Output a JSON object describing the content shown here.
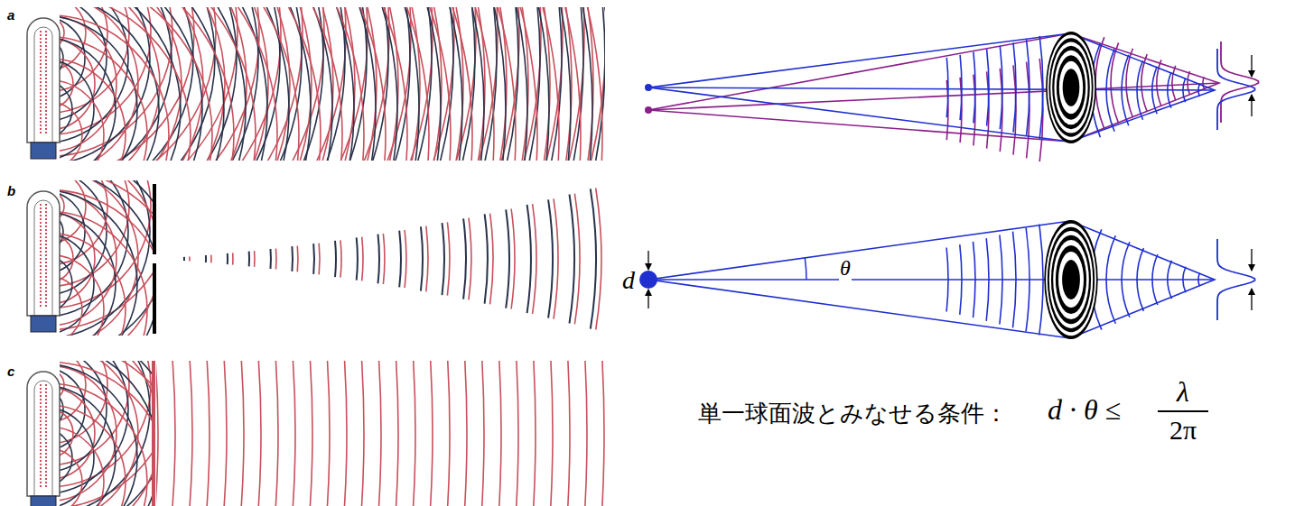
{
  "diagram": {
    "labels": [
      "a",
      "b",
      "c",
      "d",
      "θ",
      "単一球面波とみなせる条件：",
      "d · θ ≤",
      "λ",
      "2π"
    ]
  }
}
